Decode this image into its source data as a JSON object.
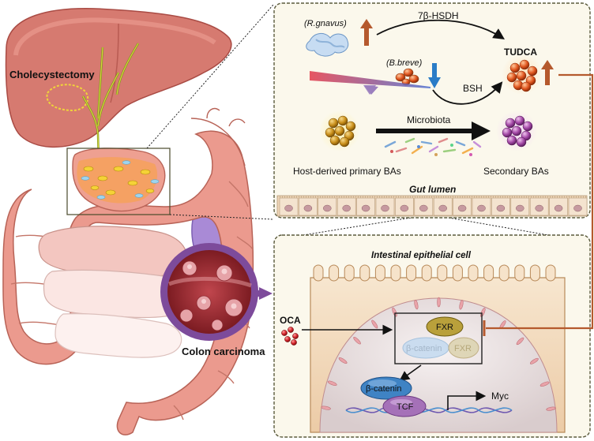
{
  "labels": {
    "cholecystectomy": "Cholecystectomy",
    "colon_carcinoma": "Colon carcinoma",
    "r_gnavus": "(R.gnavus)",
    "b_breve": "(B.breve)",
    "enzyme_7b_hsdh": "7β-HSDH",
    "bsh": "BSH",
    "tudca": "TUDCA",
    "microbiota": "Microbiota",
    "host_primary_bas": "Host-derived primary BAs",
    "secondary_bas": "Secondary BAs",
    "gut_lumen": "Gut lumen",
    "intestinal_epithelial_cell": "Intestinal epithelial cell",
    "oca": "OCA",
    "fxr": "FXR",
    "fxr_complex": "FXR",
    "b_catenin_complex": "β-catenin",
    "b_catenin": "β-catenin",
    "tcf": "TCF",
    "myc": "Myc"
  },
  "colors": {
    "panel_border": "#5a5a3c",
    "panel_bg": "#fbf8ec",
    "inhibit_arrow": "#b5592d",
    "up_arrow": "#b5592d",
    "down_arrow": "#2a7cc7",
    "cell_fill": "#f3dcc0",
    "nucleus_fill": "#ece3e2",
    "tcf_fill": "#a571b8",
    "b_catenin_fill": "#3f83c4",
    "fxr_fill": "#b9a03b",
    "colon_fill": "#eb9a8e",
    "liver_fill": "#d67a70",
    "tumor_ring": "#7d4b9b"
  }
}
